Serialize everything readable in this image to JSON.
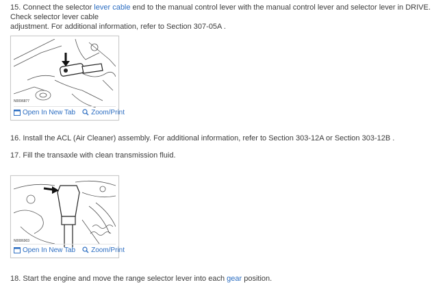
{
  "step15": {
    "part1": "15. Connect the selector ",
    "link": "lever cable",
    "part2": " end to the manual control lever with the manual control lever and selector lever in DRIVE. Check selector lever cable",
    "line2": "adjustment. For additional information, refer to Section 307-05A ."
  },
  "figure1": {
    "code": "N0096877",
    "open_tab_label": "Open In New Tab",
    "zoom_label": "Zoom/Print"
  },
  "step16": "16. Install the ACL (Air Cleaner) assembly. For additional information, refer to Section 303-12A or Section 303-12B .",
  "step17": "17. Fill the transaxle with clean transmission fluid.",
  "figure2": {
    "code": "N0086903",
    "open_tab_label": "Open In New Tab",
    "zoom_label": "Zoom/Print"
  },
  "step18": {
    "part1": "18. Start the engine and move the range selector lever into each ",
    "link": "gear",
    "part2": " position."
  },
  "colors": {
    "link": "#2a6cc1",
    "text": "#3a3a3a",
    "border": "#c8c8c8"
  },
  "icons": {
    "open_tab": "open-new-tab-icon",
    "zoom": "magnifier-icon"
  }
}
